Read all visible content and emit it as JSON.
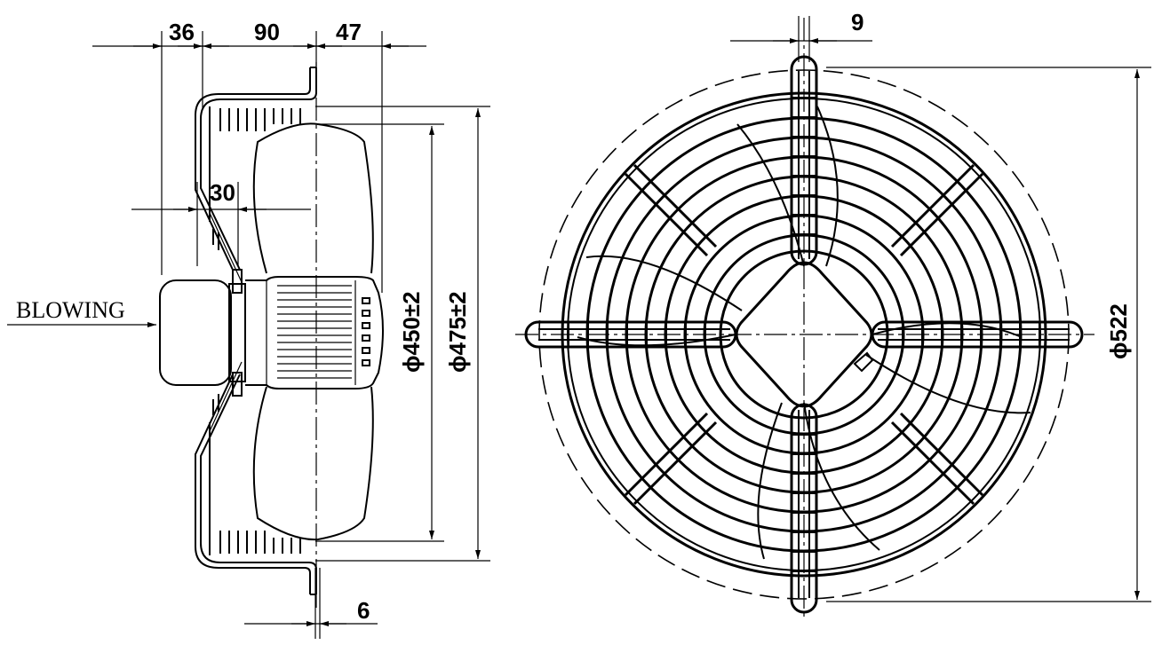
{
  "labels": {
    "blowing": "BLOWING"
  },
  "dimensions": {
    "d36": "36",
    "d90": "90",
    "d47": "47",
    "d30": "30",
    "d6": "6",
    "d9": "9",
    "dia450": "ϕ450±2",
    "dia475": "ϕ475±2",
    "dia522": "ϕ522"
  },
  "colors": {
    "line": "#000000",
    "background": "#ffffff"
  }
}
